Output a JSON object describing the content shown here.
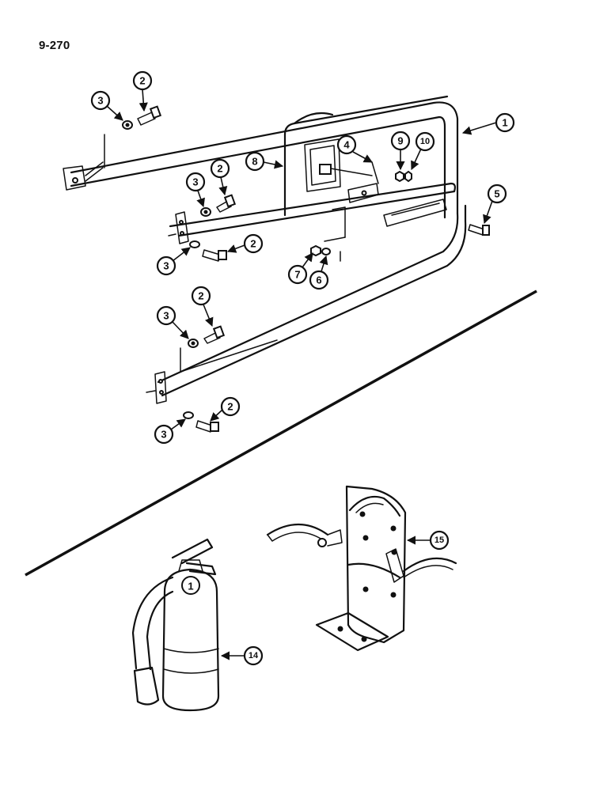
{
  "page_number": "9-270",
  "callouts": {
    "c1": "1",
    "c2a": "2",
    "c2b": "2",
    "c2c": "2",
    "c2d": "2",
    "c2e": "2",
    "c3a": "3",
    "c3b": "3",
    "c3c": "3",
    "c3d": "3",
    "c3e": "3",
    "c4": "4",
    "c5": "5",
    "c6": "6",
    "c7": "7",
    "c8": "8",
    "c9": "9",
    "c10": "10",
    "c14": "14",
    "c15": "15"
  },
  "extinguisher_gauge": "1"
}
